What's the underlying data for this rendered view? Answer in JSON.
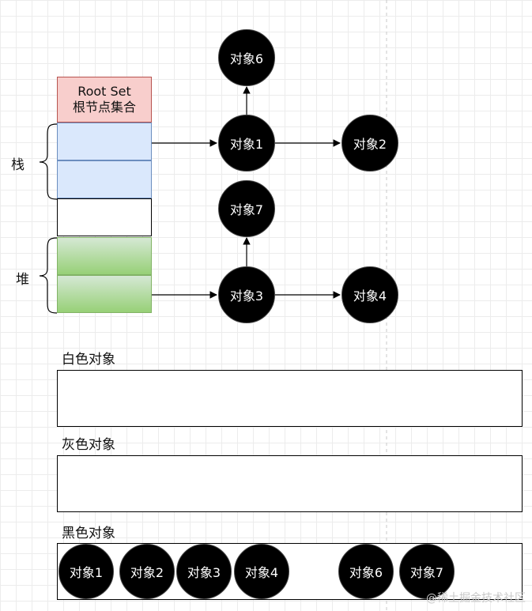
{
  "roots": {
    "title_en": "Root Set",
    "title_zh": "根节点集合",
    "stack_label": "栈",
    "heap_label": "堆"
  },
  "graph": {
    "obj1": "对象1",
    "obj2": "对象2",
    "obj3": "对象3",
    "obj4": "对象4",
    "obj6": "对象6",
    "obj7": "对象7"
  },
  "groups": {
    "white_label": "白色对象",
    "gray_label": "灰色对象",
    "black_label": "黑色对象",
    "black_items": [
      "对象1",
      "对象2",
      "对象3",
      "对象4",
      "对象6",
      "对象7"
    ]
  },
  "watermark": "@稀土掘金技术社区",
  "colors": {
    "root_fill": "#f8cecc",
    "stack_fill": "#dae8fc",
    "heap_fill": "#97d077",
    "node_fill": "#000000"
  }
}
